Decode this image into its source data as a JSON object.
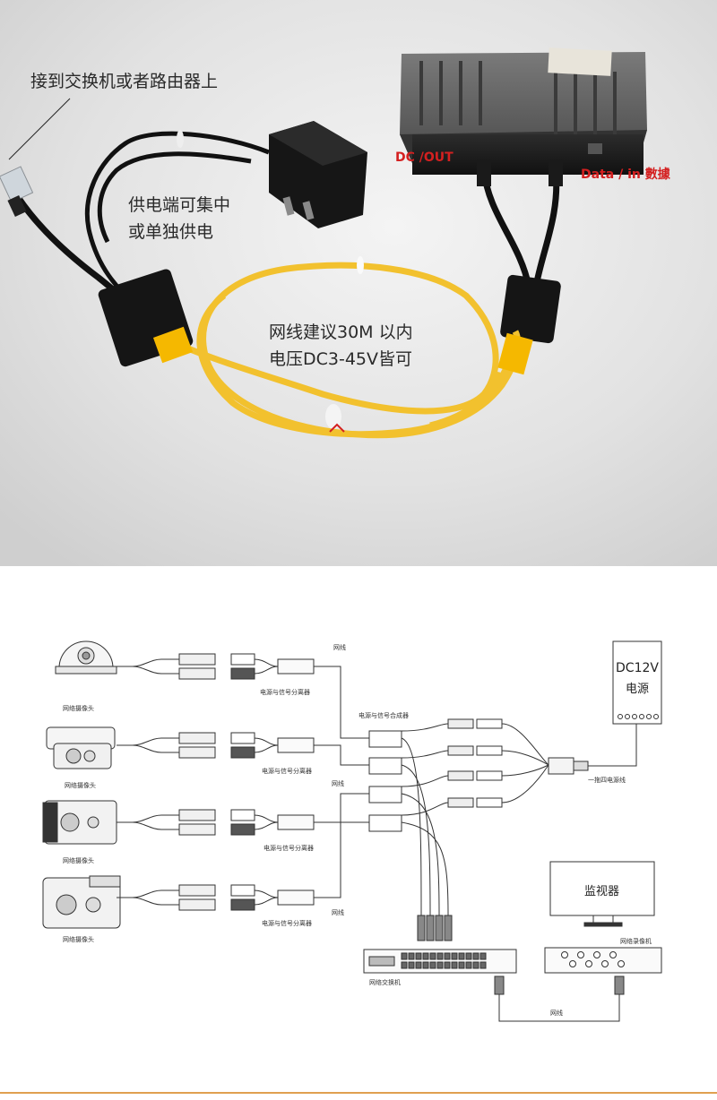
{
  "photo": {
    "annotations": {
      "switch_router": "接到交换机或者路由器上",
      "power_line1": "供电端可集中",
      "power_line2": "或单独供电",
      "cable_line1": "网线建议30M 以内",
      "cable_line2": "电压DC3-45V皆可",
      "dc_out": "DC /OUT",
      "data_in": "Data / in 數據"
    }
  },
  "diagram": {
    "camera_label": "网络摄像头",
    "splitter_label": "电源与信号分离器",
    "combiner_label": "电源与信号合成器",
    "cable_label": "网线",
    "psu_line1": "DC12V",
    "psu_line2": "电源",
    "splitter_cable_label": "一拖四电源线",
    "monitor_label": "监视器",
    "nvr_label": "网络录像机",
    "switch_label": "网络交换机"
  },
  "colors": {
    "cable_yellow": "#f2c12e",
    "accent_red": "#d42020",
    "line_dark": "#333333"
  }
}
